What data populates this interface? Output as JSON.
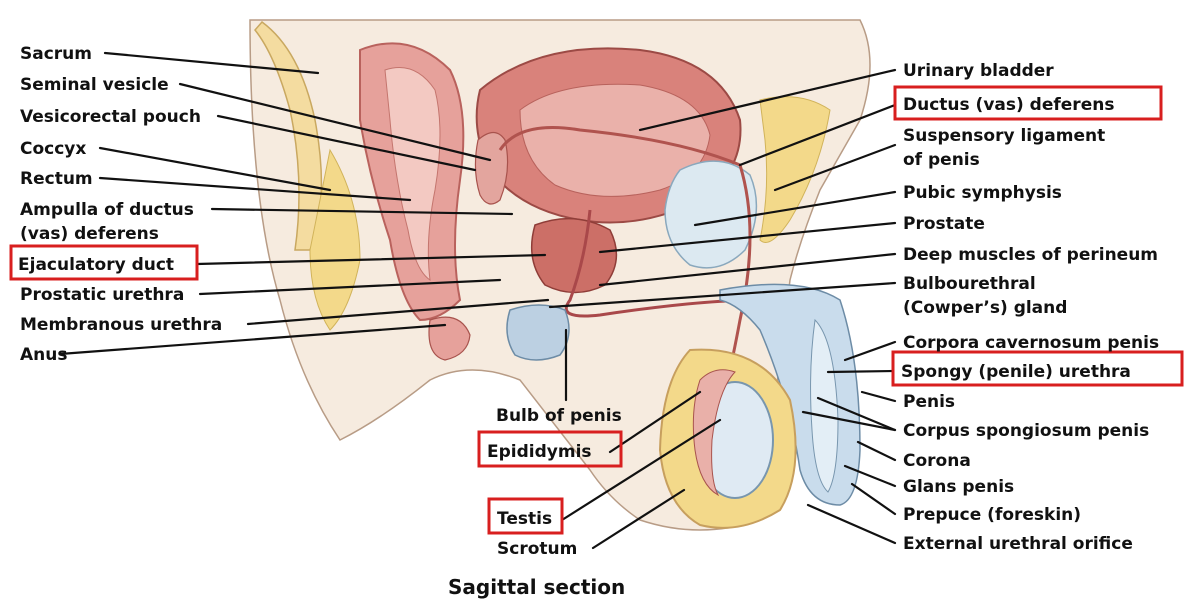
{
  "caption": "Sagittal section",
  "left_labels": [
    "Sacrum",
    "Seminal vesicle",
    "Vesicorectal pouch",
    "Coccyx",
    "Rectum",
    "Ampulla of ductus",
    "(vas) deferens",
    "Ejaculatory duct",
    "Prostatic urethra",
    "Membranous urethra",
    "Anus"
  ],
  "bottom_labels": [
    "Bulb of penis",
    "Epididymis",
    "Testis",
    "Scrotum"
  ],
  "right_labels": [
    "Urinary bladder",
    "Ductus (vas) deferens",
    "Suspensory ligament",
    "of penis",
    "Pubic symphysis",
    "Prostate",
    "Deep muscles of perineum",
    "Bulbourethral",
    "(Cowper’s) gland",
    "Corpora cavernosum penis",
    "Spongy (penile) urethra",
    "Penis",
    "Corpus spongiosum penis",
    "Corona",
    "Glans penis",
    "Prepuce (foreskin)",
    "External urethral orifice"
  ],
  "highlighted": [
    "Ductus (vas) deferens",
    "Ejaculatory duct",
    "Spongy (penile) urethra",
    "Epididymis",
    "Testis"
  ],
  "colors": {
    "highlight_box": "#d81f1f",
    "tissue_pink": "#e7a7a0",
    "muscle_red": "#c8706a",
    "fat_yellow": "#f3d98a",
    "skin": "#f4e6d6",
    "erectile_blue": "#c9dcec",
    "testis_blue": "#dfeaf3"
  }
}
